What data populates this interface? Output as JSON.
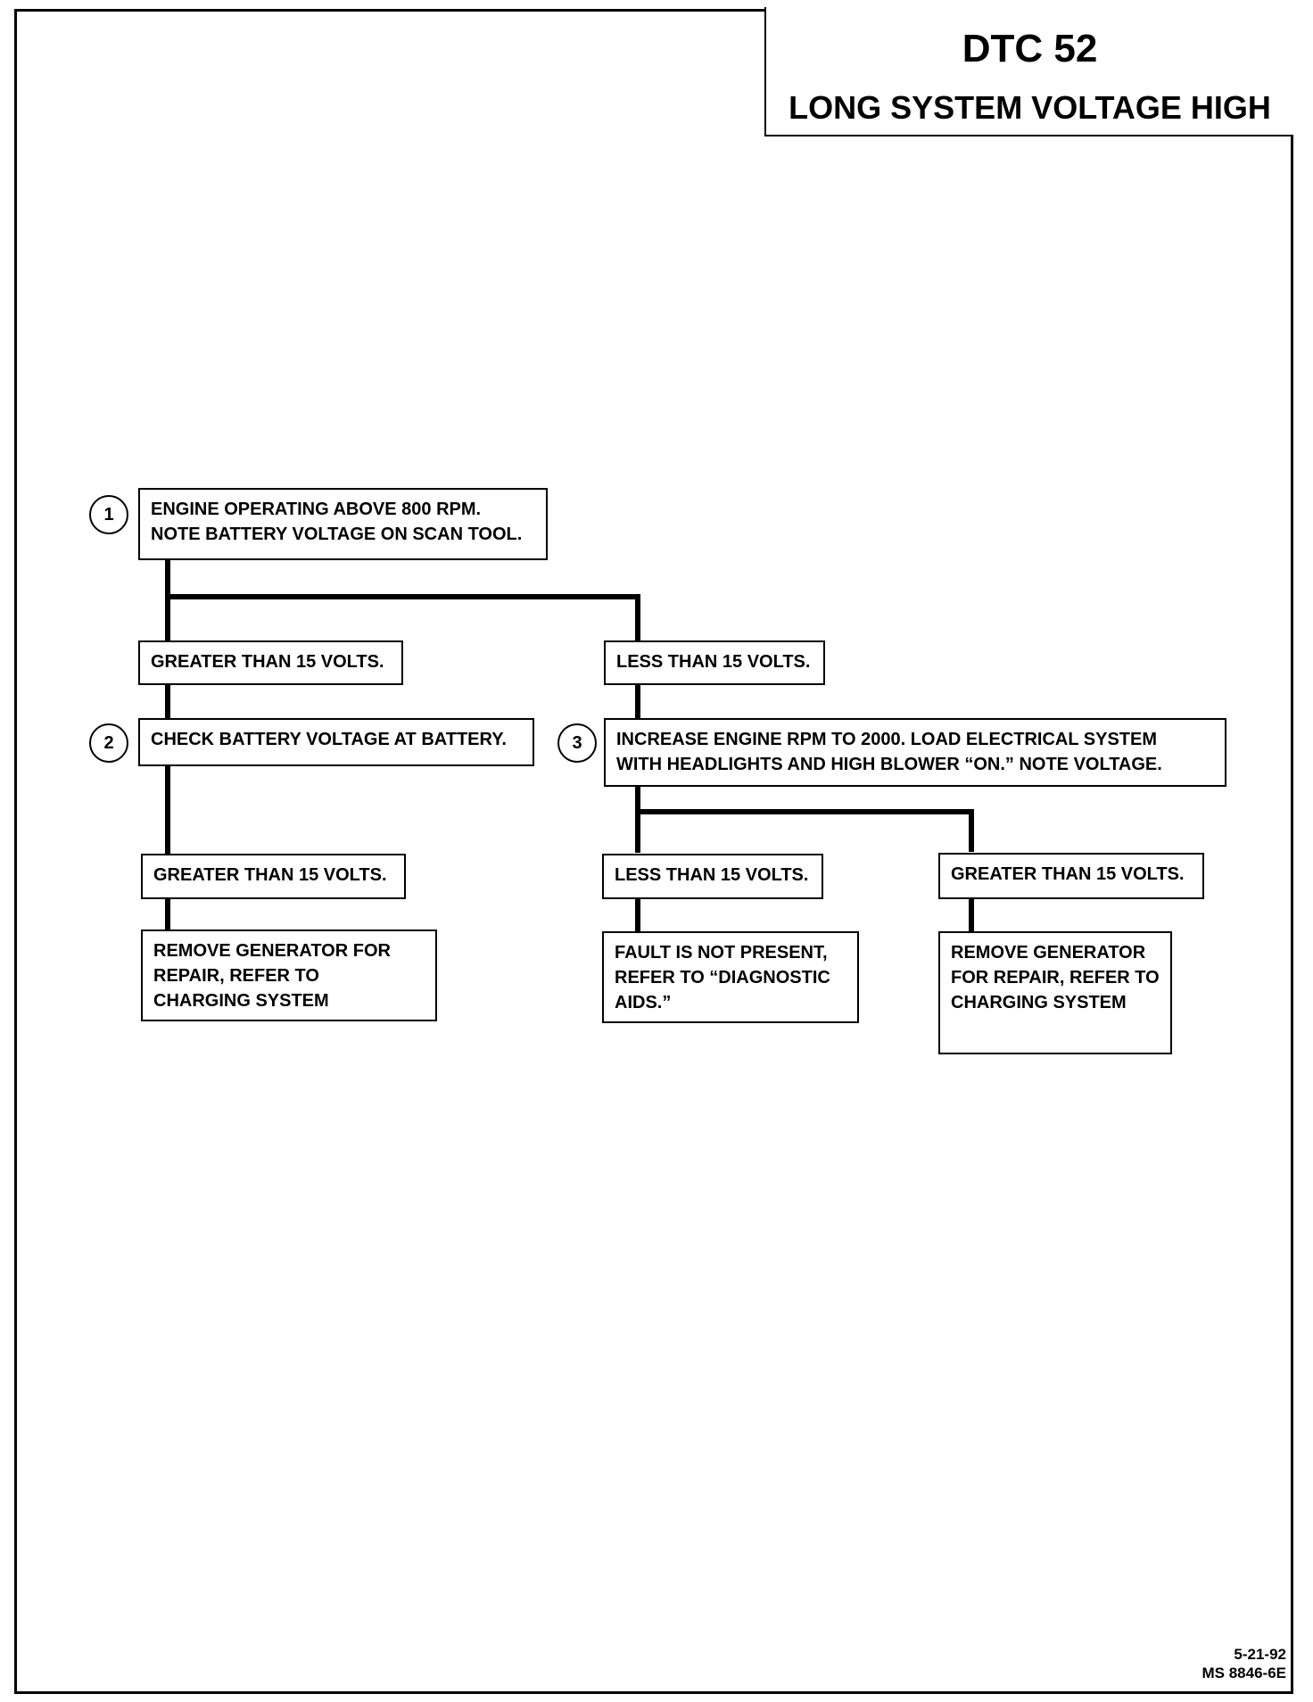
{
  "header": {
    "code": "DTC 52",
    "title": "LONG SYSTEM VOLTAGE HIGH"
  },
  "steps": {
    "step1": {
      "number": "1",
      "lines": [
        "ENGINE OPERATING ABOVE 800 RPM.",
        "NOTE BATTERY VOLTAGE ON SCAN TOOL."
      ]
    },
    "result_gt15_a": {
      "label": "GREATER THAN 15 VOLTS."
    },
    "result_lt15_a": {
      "label": "LESS THAN 15 VOLTS."
    },
    "step2": {
      "number": "2",
      "lines": [
        "CHECK BATTERY VOLTAGE AT BATTERY."
      ]
    },
    "step3": {
      "number": "3",
      "lines": [
        "INCREASE ENGINE RPM TO 2000.  LOAD ELECTRICAL SYSTEM",
        "WITH HEADLIGHTS AND HIGH BLOWER “ON.”  NOTE VOLTAGE."
      ]
    },
    "result_gt15_b": {
      "label": "GREATER THAN 15 VOLTS."
    },
    "result_lt15_c": {
      "label": "LESS THAN 15 VOLTS."
    },
    "result_gt15_c": {
      "label": "GREATER THAN 15 VOLTS."
    },
    "action_remove_a": {
      "lines": [
        "REMOVE GENERATOR FOR",
        "REPAIR,    REFER TO",
        "CHARGING  SYSTEM"
      ]
    },
    "action_fault_not_present": {
      "lines": [
        "FAULT IS NOT PRESENT,",
        "REFER TO “DIAGNOSTIC",
        "AIDS.”"
      ]
    },
    "action_remove_b": {
      "lines": [
        "REMOVE GENERATOR",
        "FOR REPAIR, REFER TO",
        "CHARGING SYSTEM"
      ]
    }
  },
  "footer": {
    "date": "5-21-92",
    "doc_id": "MS 8846-6E"
  }
}
